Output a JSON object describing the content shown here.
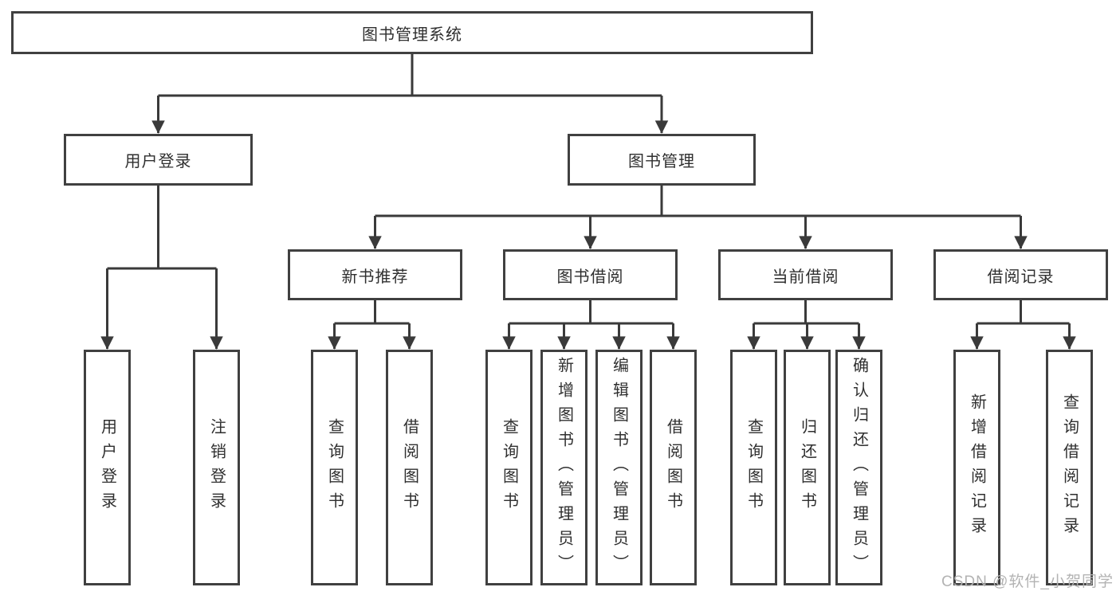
{
  "diagram": {
    "root": {
      "label": "图书管理系统"
    },
    "branches": [
      {
        "label": "用户登录",
        "leaves": [
          "用户登录",
          "注销登录"
        ]
      },
      {
        "label": "图书管理",
        "children": [
          {
            "label": "新书推荐",
            "leaves": [
              "查询图书",
              "借阅图书"
            ]
          },
          {
            "label": "图书借阅",
            "leaves": [
              "查询图书",
              "新增图书（管理员）",
              "编辑图书（管理员）",
              "借阅图书"
            ]
          },
          {
            "label": "当前借阅",
            "leaves": [
              "查询图书",
              "归还图书",
              "确认归还（管理员）"
            ]
          },
          {
            "label": "借阅记录",
            "leaves": [
              "新增借阅记录",
              "查询借阅记录"
            ]
          }
        ]
      }
    ]
  },
  "watermark": {
    "text": "CSDN @软件_小贺同学"
  },
  "colors": {
    "line": "#3a3a3a",
    "box_border": "#404040",
    "text": "#2f2f2f",
    "watermark": "#b3b3b3",
    "background": "#ffffff"
  }
}
